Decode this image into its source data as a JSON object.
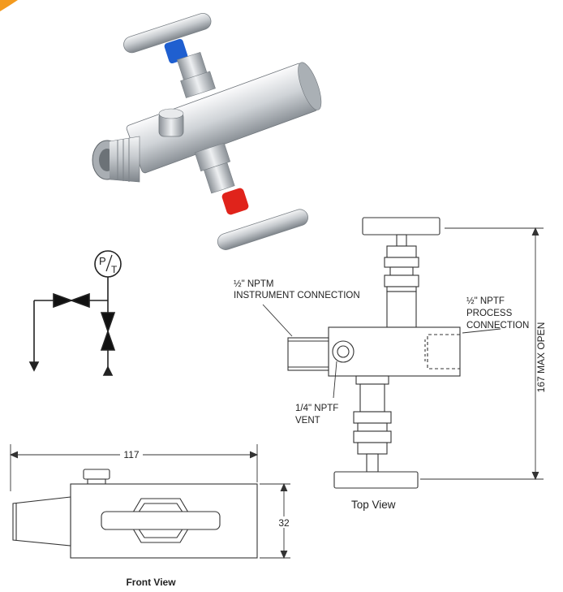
{
  "schematic": {
    "gauge_symbol_p": "P",
    "gauge_symbol_t": "T"
  },
  "top_view": {
    "instrument_label_line1": "½\" NPTM",
    "instrument_label_line2": "INSTRUMENT CONNECTION",
    "process_label_line1": "½\" NPTF",
    "process_label_line2": "PROCESS",
    "process_label_line3": "CONNECTION",
    "vent_label_line1": "1/4\" NPTF",
    "vent_label_line2": "VENT",
    "height_dimension": "167 MAX OPEN",
    "caption": "Top View"
  },
  "front_view": {
    "length_dimension": "117",
    "height_dimension": "32",
    "caption": "Front View"
  },
  "colors": {
    "accent_orange": "#f39a1e",
    "steel": "#c9ccd0",
    "cap_blue": "#1f5fd0",
    "cap_red": "#e0231b",
    "line": "#333333"
  }
}
